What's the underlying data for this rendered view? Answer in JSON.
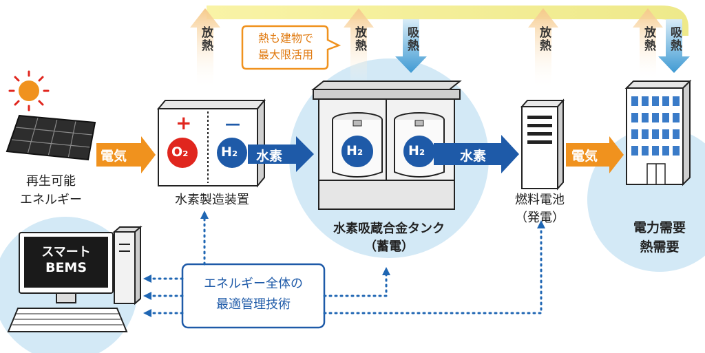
{
  "labels": {
    "renewable": "再生可能\nエネルギー",
    "electrolyzer": "水素製造装置",
    "tank": "水素吸蔵合金タンク",
    "tank_sub": "（蓄電）",
    "fuelcell": "燃料電池",
    "fuelcell_sub": "（発電）",
    "demand_line1": "電力需要",
    "demand_line2": "熱需要",
    "heat_note_line1": "熱も建物で",
    "heat_note_line2": "最大限活用",
    "bems_line1": "スマート",
    "bems_line2": "BEMS",
    "mgmt_line1": "エネルギー全体の",
    "mgmt_line2": "最適管理技術"
  },
  "arrows": {
    "electricity_1": "電気",
    "hydrogen_1": "水素",
    "hydrogen_2": "水素",
    "electricity_2": "電気"
  },
  "heat": {
    "release": "放熱",
    "absorb": "吸熱"
  },
  "symbols": {
    "plus": "+",
    "minus": "－",
    "o2": "O₂",
    "h2": "H₂"
  },
  "colors": {
    "orange": "#f0921e",
    "blue": "#1e5aa8",
    "red": "#e0261e",
    "light_blue": "#cfe7f5",
    "yellow": "#f5ef8f",
    "dotted": "#1f66b3"
  }
}
